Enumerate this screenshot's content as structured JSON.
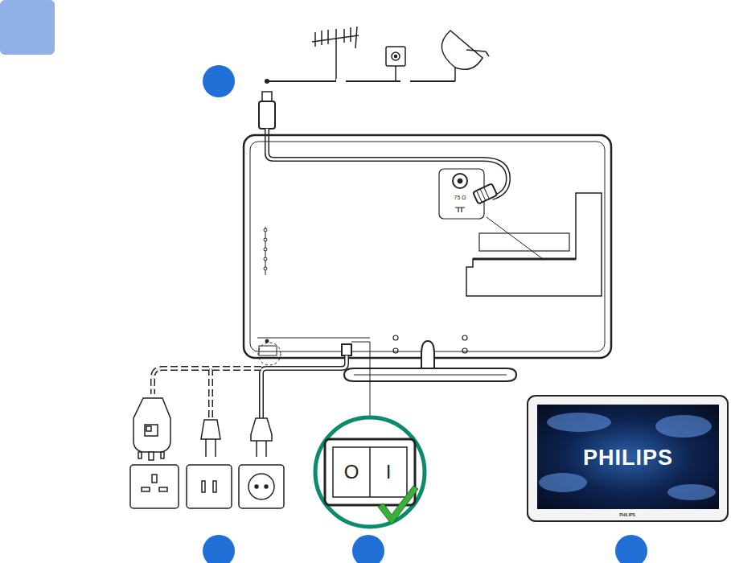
{
  "diagram": {
    "nodes": [
      {
        "text": [
          "PHILIPS"
        ]
      }
    ],
    "labels": [
      "75 Ω",
      "O",
      "I",
      "PHILIPS"
    ]
  }
}
